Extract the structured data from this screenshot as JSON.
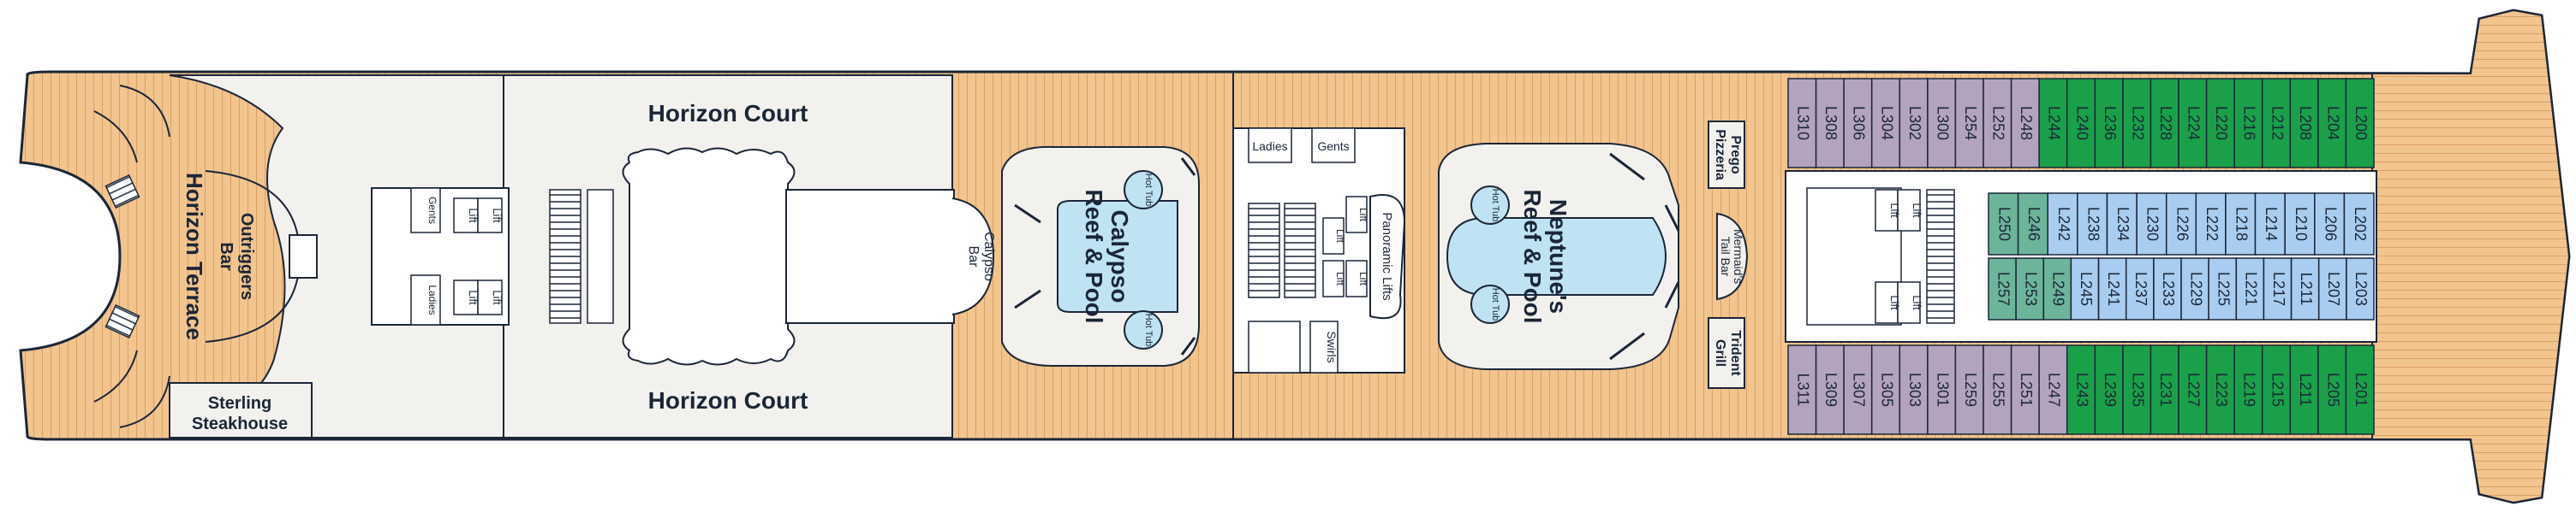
{
  "venues": {
    "horizon_terrace": "Horizon Terrace",
    "outriggers_bar": "Outriggers Bar",
    "sterling_steakhouse": "Sterling Steakhouse",
    "horizon_court_top": "Horizon Court",
    "horizon_court_bottom": "Horizon Court",
    "calypso_pool": "Calypso Reef & Pool",
    "calypso_bar": "Calypso Bar",
    "neptunes_pool": "Neptune's Reef & Pool",
    "prego_pizzeria": "Prego Pizzeria",
    "mermaids_tail_bar": "Mermaid's Tail Bar",
    "trident_grill": "Trident Grill",
    "panoramic_lifts": "Panoramic Lifts",
    "swirls": "Swirls",
    "hot_tub": "Hot Tub"
  },
  "facilities": {
    "ladies": "Ladies",
    "gents": "Gents",
    "lift": "Lift"
  },
  "colors": {
    "deck_wood": "#f2c48e",
    "floor_grey": "#f2f1ed",
    "outline": "#1b2638",
    "suite_purple": "#b3a3be",
    "balcony_green": "#1aa049",
    "interior_blue": "#a9cdf0",
    "accessible_teal": "#6cb49a",
    "pool_water": "#bfe3f2"
  },
  "cabins": {
    "top_outer": [
      "L310",
      "L308",
      "L306",
      "L304",
      "L302",
      "L300",
      "L254",
      "L252",
      "L248",
      "L244",
      "L240",
      "L236",
      "L232",
      "L228",
      "L224",
      "L220",
      "L216",
      "L212",
      "L208",
      "L204",
      "L200"
    ],
    "top_inner": [
      "L250",
      "L246",
      "L242",
      "L238",
      "L234",
      "L230",
      "L226",
      "L222",
      "L218",
      "L214",
      "L210",
      "L206",
      "L202"
    ],
    "bottom_inner": [
      "L257",
      "L253",
      "L249",
      "L245",
      "L241",
      "L237",
      "L233",
      "L229",
      "L225",
      "L221",
      "L217",
      "L211",
      "L207",
      "L203"
    ],
    "bottom_outer": [
      "L311",
      "L309",
      "L307",
      "L305",
      "L303",
      "L301",
      "L259",
      "L255",
      "L251",
      "L247",
      "L243",
      "L239",
      "L235",
      "L231",
      "L227",
      "L223",
      "L219",
      "L215",
      "L211",
      "L205",
      "L201"
    ]
  }
}
